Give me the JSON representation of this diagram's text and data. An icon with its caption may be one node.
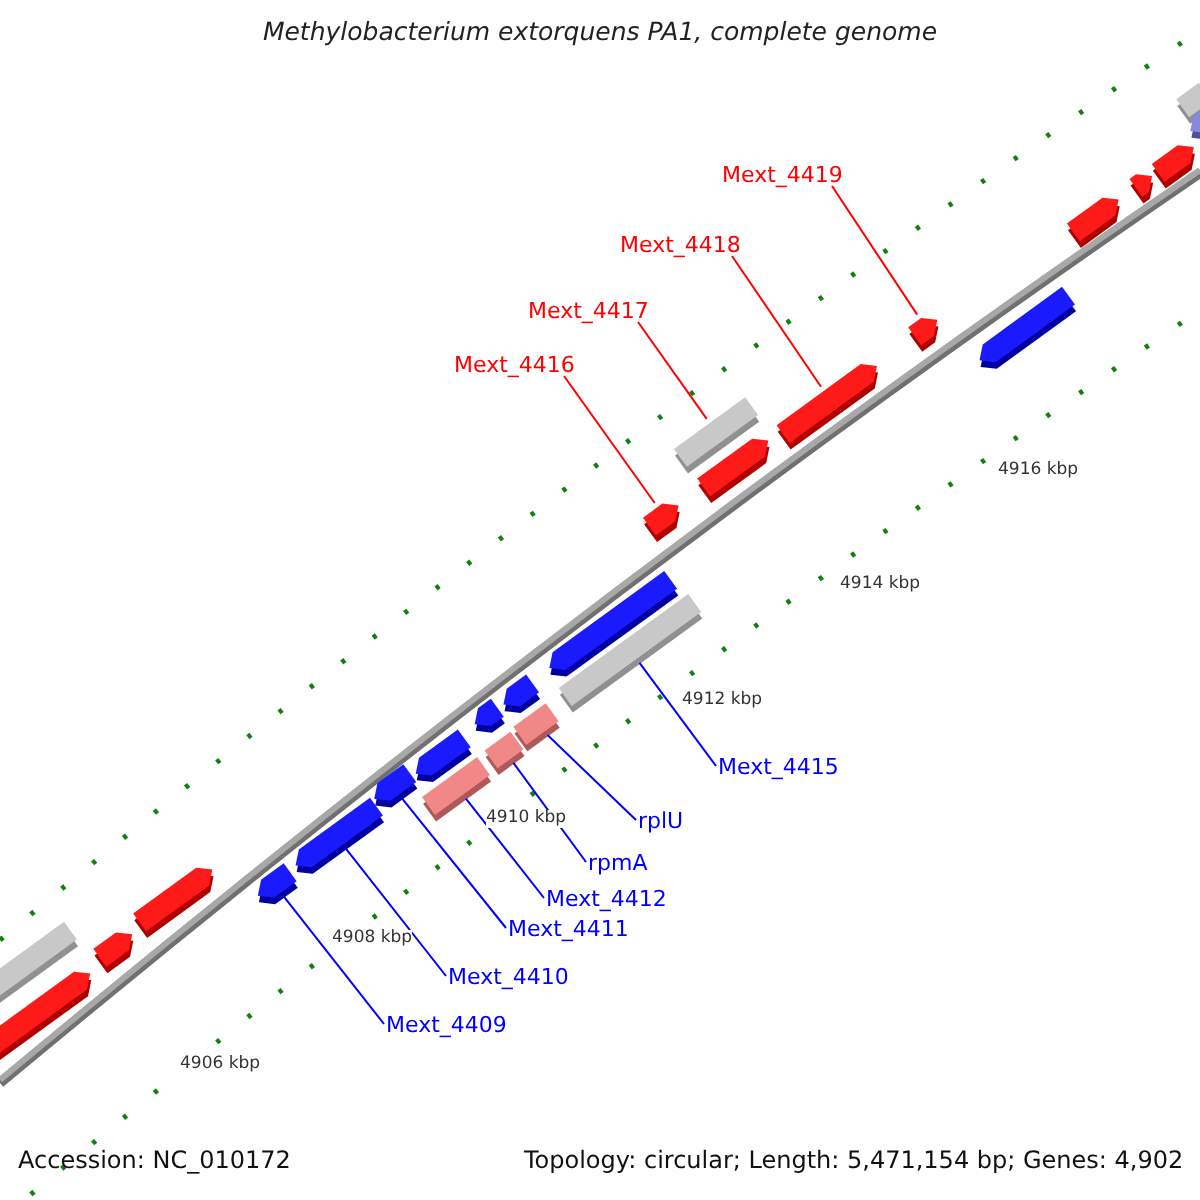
{
  "diagram": {
    "title": "Methylobacterium extorquens PA1, complete genome",
    "nodes": [
      {
        "text": [
          "Mext_4419"
        ]
      },
      {
        "text": [
          "Mext_4418"
        ]
      },
      {
        "text": [
          "Mext_4417"
        ]
      },
      {
        "text": [
          "Mext_4416"
        ]
      },
      {
        "text": [
          "Mext_4415"
        ]
      },
      {
        "text": [
          "rplU"
        ]
      },
      {
        "text": [
          "rpmA"
        ]
      },
      {
        "text": [
          "Mext_4412"
        ]
      },
      {
        "text": [
          "Mext_4411"
        ]
      },
      {
        "text": [
          "Mext_4410"
        ]
      },
      {
        "text": [
          "Mext_4409"
        ]
      },
      {
        "text": [],
        "shape": "bar"
      },
      {
        "text": [],
        "shape": "bar"
      },
      {
        "text": [],
        "shape": "bar"
      },
      {
        "text": [],
        "shape": "bar"
      },
      {
        "text": [],
        "shape": "bar"
      },
      {
        "text": [],
        "shape": "bar"
      },
      {
        "text": [],
        "shape": "bar"
      },
      {
        "text": [],
        "shape": "bar"
      },
      {
        "text": [],
        "shape": "bar"
      },
      {
        "text": [],
        "shape": "bar"
      },
      {
        "text": [],
        "shape": "bar"
      }
    ],
    "edges": [
      {
        "from": 0,
        "to": 21,
        "arrow": "none",
        "color": "#ff0000"
      },
      {
        "from": 1,
        "to": 20,
        "arrow": "none",
        "color": "#ff0000"
      },
      {
        "from": 2,
        "to": 19,
        "arrow": "none",
        "color": "#ff0000"
      },
      {
        "from": 3,
        "to": 18,
        "arrow": "none",
        "color": "#ff0000"
      },
      {
        "from": 4,
        "to": 17,
        "arrow": "none"
      },
      {
        "from": 5,
        "to": 16,
        "arrow": "none"
      },
      {
        "from": 6,
        "to": 15,
        "arrow": "none"
      },
      {
        "from": 7,
        "to": 14,
        "arrow": "none"
      },
      {
        "from": 8,
        "to": 13,
        "arrow": "none"
      },
      {
        "from": 9,
        "to": 12,
        "arrow": "none"
      },
      {
        "from": 10,
        "to": 11,
        "arrow": "none"
      }
    ],
    "labels": [
      "4916 kbp",
      "4914 kbp",
      "4912 kbp",
      "4910 kbp",
      "4908 kbp",
      "4906 kbp",
      "Accession: NC_010172",
      "Topology: circular; Length: 5,471,154 bp; Genes: 4,902"
    ]
  }
}
